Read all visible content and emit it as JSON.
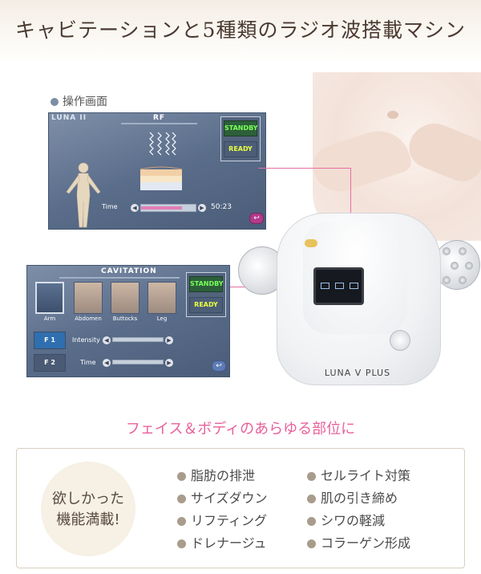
{
  "header": {
    "title": "キャビテーションと5種類のラジオ波搭載マシン"
  },
  "caption": "操作画面",
  "rf_screen": {
    "brand": "LUNA II",
    "title": "RF",
    "standby": "STANDBY",
    "ready": "READY",
    "time_label": "Time",
    "time_value": "50:23",
    "time_progress": 0.75
  },
  "cav_screen": {
    "title": "CAVITATION",
    "standby": "STANDBY",
    "ready": "READY",
    "parts": [
      "Arm",
      "Abdomen",
      "Buttocks",
      "Leg"
    ],
    "selected_part": "Arm",
    "f1": "F 1",
    "f2": "F 2",
    "intensity_label": "Intensity",
    "time_label": "Time"
  },
  "device": {
    "name": "LUNA V PLUS"
  },
  "subtitle": "フェイス＆ボディのあらゆる部位に",
  "badge": {
    "line1": "欲しかった",
    "line2": "機能満載!"
  },
  "features_left": [
    "脂肪の排泄",
    "サイズダウン",
    "リフティング",
    "ドレナージュ"
  ],
  "features_right": [
    "セルライト対策",
    "肌の引き締め",
    "シワの軽減",
    "コラーゲン形成"
  ],
  "colors": {
    "accent_pink": "#e8609b",
    "screen_blue": "#5a6d8a",
    "standby_green": "#7cff5a",
    "ready_yellow": "#e9ff40"
  }
}
